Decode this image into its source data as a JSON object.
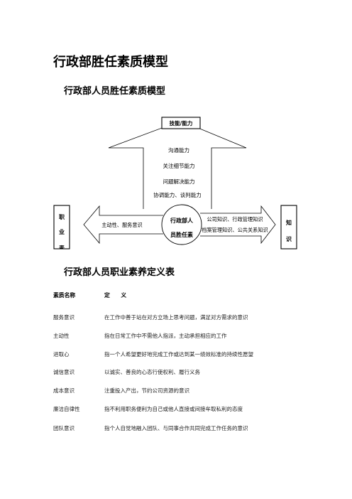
{
  "document": {
    "title": "行政部胜任素质模型",
    "section1_title": "行政部人员胜任素质模型",
    "section2_title": "行政部人员职业素养定义表"
  },
  "model_diagram": {
    "top_box_label": "技能/能力",
    "skills": [
      "沟通能力",
      "关注细节能力",
      "问题解决能力",
      "协调能力、谈判能力"
    ],
    "center_lines": [
      "行政部人",
      "员胜任素"
    ],
    "left_arrow_text": "主动性、服务意识",
    "right_arrow_lines": [
      "公司知识、行政管理知识",
      "档案管理知识、公共关系知识"
    ],
    "left_box_chars": [
      "职",
      "业",
      "素"
    ],
    "right_box_chars": [
      "知",
      "识"
    ]
  },
  "definition_table": {
    "headers": [
      "素质名称",
      "定　　义"
    ],
    "rows": [
      {
        "name": "服务意识",
        "definition": "在工作中善于站在对方立场上思考问题，满足对方需求的意识"
      },
      {
        "name": "主动性",
        "definition": "指在日常工作中不需他人指派，主动承担相应的工作"
      },
      {
        "name": "进取心",
        "definition": "指一个人希望更好地完成工作或达到某一绩效标准的持续性愿望"
      },
      {
        "name": "诚信意识",
        "definition": "以诚实、善良的心态行使权利、履行义务"
      },
      {
        "name": "成本意识",
        "definition": "注重投入产出，节约公司资源的意识"
      },
      {
        "name": "廉洁自律性",
        "definition": "指不利用职务便利为自己或他人直接或间接牟取私利的态度"
      },
      {
        "name": "团队意识",
        "definition": "指个人自觉地融入团队、与同事合作共同完成工作任务的意识"
      }
    ]
  }
}
